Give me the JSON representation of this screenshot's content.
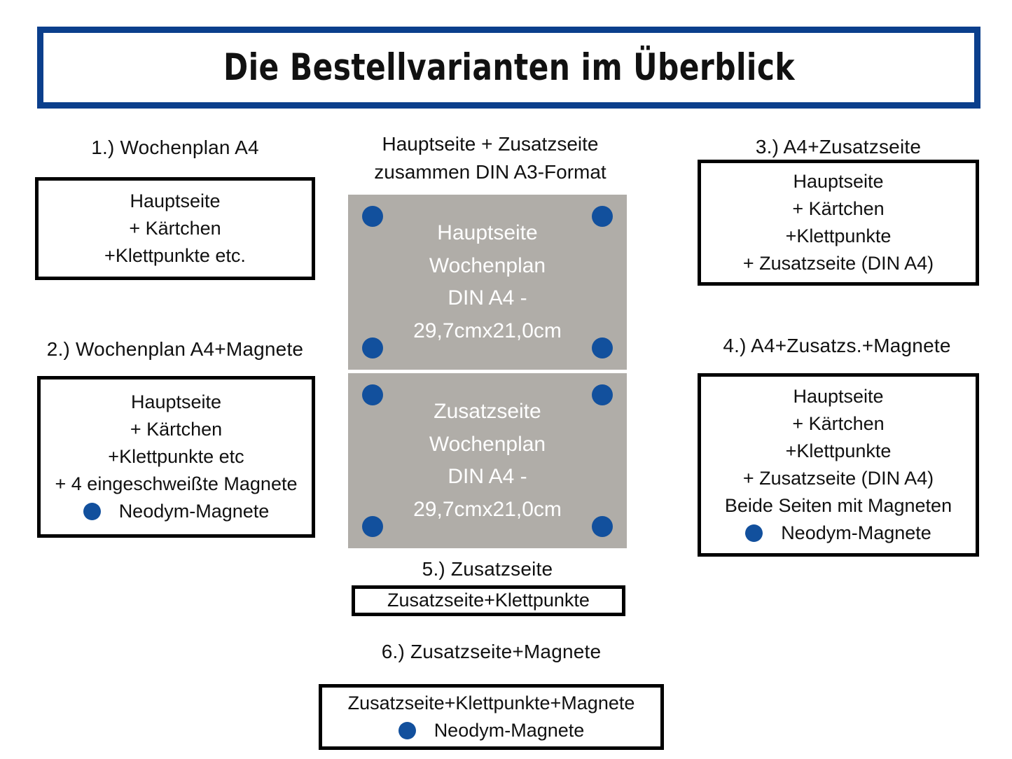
{
  "title": {
    "text": "Die Bestellvarianten im Überblick",
    "border_color": "#0B3F8C"
  },
  "colors": {
    "magnet_blue": "#12509D",
    "page_gray": "#B0ADA8",
    "box_border": "#000000",
    "title_border": "#0B3F8C"
  },
  "center": {
    "caption_line1": "Hauptseite + Zusatzseite",
    "caption_line2": "zusammen DIN A3-Format",
    "panels": [
      {
        "name": "hauptseite-panel",
        "lines": [
          "Hauptseite",
          "Wochenplan",
          "DIN A4 -",
          "29,7cmx21,0cm"
        ],
        "corner_dots": 4
      },
      {
        "name": "zusatzseite-panel",
        "lines": [
          "Zusatzseite",
          "Wochenplan",
          "DIN A4 -",
          "29,7cmx21,0cm"
        ],
        "corner_dots": 4
      }
    ]
  },
  "options": [
    {
      "id": 1,
      "heading": "1.) Wochenplan A4",
      "lines": [
        "Hauptseite",
        "+ Kärtchen",
        "+Klettpunkte etc."
      ],
      "magnet_label": null
    },
    {
      "id": 2,
      "heading": "2.) Wochenplan A4+Magnete",
      "lines": [
        "Hauptseite",
        "+ Kärtchen",
        "+Klettpunkte etc",
        "+ 4 eingeschweißte Magnete"
      ],
      "magnet_label": "Neodym-Magnete"
    },
    {
      "id": 3,
      "heading": "3.)  A4+Zusatzseite",
      "lines": [
        "Hauptseite",
        "+ Kärtchen",
        "+Klettpunkte",
        "+ Zusatzseite (DIN A4)"
      ],
      "magnet_label": null
    },
    {
      "id": 4,
      "heading": "4.) A4+Zusatzs.+Magnete",
      "lines": [
        "Hauptseite",
        "+ Kärtchen",
        "+Klettpunkte",
        "+ Zusatzseite (DIN A4)",
        "Beide Seiten mit Magneten"
      ],
      "magnet_label": "Neodym-Magnete"
    },
    {
      "id": 5,
      "heading": "5.) Zusatzseite",
      "lines": [
        "Zusatzseite+Klettpunkte"
      ],
      "magnet_label": null
    },
    {
      "id": 6,
      "heading": "6.) Zusatzseite+Magnete",
      "lines": [
        "Zusatzseite+Klettpunkte+Magnete"
      ],
      "magnet_label": "Neodym-Magnete"
    }
  ]
}
